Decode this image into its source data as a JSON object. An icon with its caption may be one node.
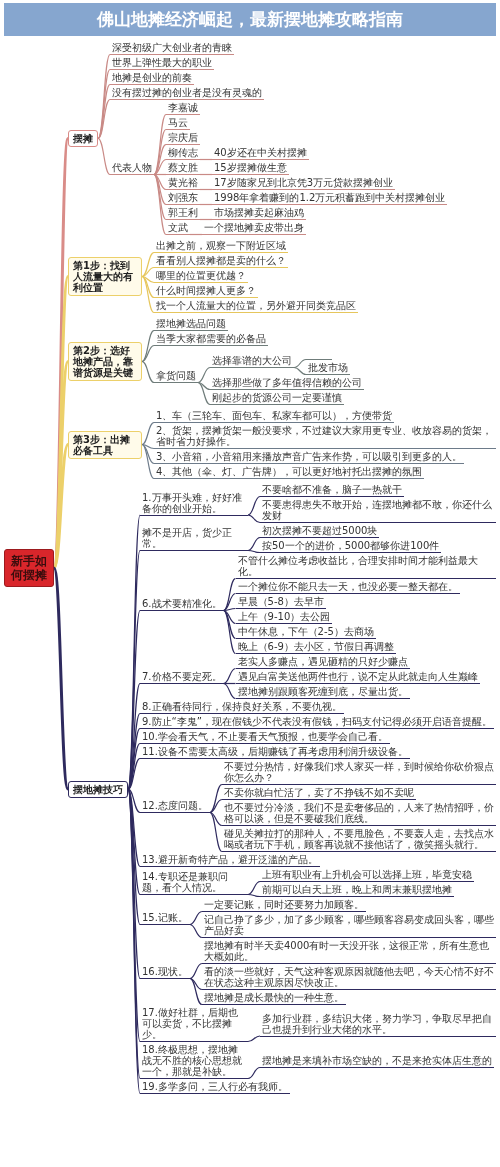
{
  "diagram": {
    "title": "佛山地摊经济崛起，最新摆地摊攻略指南",
    "nodes": [
      {
        "text": [
          "新手如何摆摊"
        ]
      },
      {
        "text": [
          "摆摊"
        ]
      },
      {
        "text": [
          "深受初级广大创业者的青睐"
        ]
      },
      {
        "text": [
          "世界上弹性最大的职业"
        ]
      },
      {
        "text": [
          "地摊是创业的前奏"
        ]
      },
      {
        "text": [
          "没有摆过摊的创业者是没有灵魂的"
        ]
      },
      {
        "text": [
          "代表人物"
        ]
      },
      {
        "text": [
          "李嘉诚"
        ]
      },
      {
        "text": [
          "马云"
        ]
      },
      {
        "text": [
          "宗庆后"
        ]
      },
      {
        "text": [
          "柳传志"
        ]
      },
      {
        "text": [
          "40岁还在中关村摆摊"
        ]
      },
      {
        "text": [
          "蔡文胜"
        ]
      },
      {
        "text": [
          "15岁摆摊做生意"
        ]
      },
      {
        "text": [
          "黄光裕"
        ]
      },
      {
        "text": [
          "17岁随家兄到北京凭3万元贷款摆摊创业"
        ]
      },
      {
        "text": [
          "刘强东"
        ]
      },
      {
        "text": [
          "1998年拿着赚到的1.2万元积蓄跑到中关村摆摊创业"
        ]
      },
      {
        "text": [
          "郭王利"
        ]
      },
      {
        "text": [
          "市场摆摊卖起麻油鸡"
        ]
      },
      {
        "text": [
          "文武"
        ]
      },
      {
        "text": [
          "一个摆地摊卖皮带出身"
        ]
      },
      {
        "text": [
          "第1步：找到人流量大的有利位置"
        ]
      },
      {
        "text": [
          "出摊之前，观察一下附近区域"
        ]
      },
      {
        "text": [
          "看看别人摆摊都是卖的什么？"
        ]
      },
      {
        "text": [
          "哪里的位置更优越？"
        ]
      },
      {
        "text": [
          "什么时间摆摊人更多？"
        ]
      },
      {
        "text": [
          "找一个人流量大的位置，另外避开同类竞品区"
        ]
      },
      {
        "text": [
          "第2步：选好地摊产品，靠谱货源是关键"
        ]
      },
      {
        "text": [
          "摆地摊选品问题"
        ]
      },
      {
        "text": [
          "当季大家都需要的必备品"
        ]
      },
      {
        "text": [
          "拿货问题"
        ]
      },
      {
        "text": [
          "选择靠谱的大公司"
        ]
      },
      {
        "text": [],
        "shape": "bar"
      },
      {
        "text": [
          "批发市场"
        ]
      },
      {
        "text": [
          "选择那些做了多年值得信赖的公司"
        ]
      },
      {
        "text": [
          "刚起步的货源公司一定要谨慎"
        ]
      },
      {
        "text": [
          "第3步：出摊必备工具"
        ]
      },
      {
        "text": [
          "1、车（三轮车、面包车、私家车都可以），方便带货"
        ]
      },
      {
        "text": [
          "2、货架，摆摊货架一般没要求，不过建议大家用更专业、收放容易的货架，省时省力好操作。"
        ]
      },
      {
        "text": [
          "3、小音箱，小音箱用来播放声音广告来作势，可以吸引到更多的人。"
        ]
      },
      {
        "text": [
          "4、其他（伞、灯、广告牌），可以更好地衬托出摆摊的氛围"
        ]
      },
      {
        "text": [
          "摆地摊技巧"
        ]
      },
      {
        "text": [
          "1.万事开头难，好好准备你的创业开始。"
        ]
      },
      {
        "text": [
          "不要啥都不准备，脑子一热就干"
        ]
      },
      {
        "text": [
          "不要患得患失不敢开始，连摆地摊都不敢，你还什么发财"
        ]
      },
      {
        "text": [
          "摊不是开店，货少正常。"
        ]
      },
      {
        "text": [
          "初次摆摊不要超过5000块"
        ]
      },
      {
        "text": [
          "按50一个的进价，5000都够你进100件"
        ]
      },
      {
        "text": [
          "6.战术要精准化。"
        ]
      },
      {
        "text": [
          "不管什么摊位考虑收益比，合理安排时间才能利益最大化。"
        ]
      },
      {
        "text": [
          "一个摊位你不能只去一天，也没必要一整天都在。"
        ]
      },
      {
        "text": [
          "早晨（5-8）去早市"
        ]
      },
      {
        "text": [
          "上午（9-10）去公园"
        ]
      },
      {
        "text": [
          "中午休息，下午（2-5）去商场"
        ]
      },
      {
        "text": [
          "晚上（6-9）去小区，节假日再调整"
        ]
      },
      {
        "text": [
          "7.价格不要定死。"
        ]
      },
      {
        "text": [
          "老实人多赚点，遇见砸精的只好少赚点"
        ]
      },
      {
        "text": [
          "遇见白富美送他两件也行，说不定从此就走向人生巅峰"
        ]
      },
      {
        "text": [
          "摆地摊别跟顾客死缠到底，尽量出货。"
        ]
      },
      {
        "text": [
          "8.正确看待同行，保持良好关系，不要仇视。"
        ]
      },
      {
        "text": [
          "9.防止“李鬼”，现在假钱少不代表没有假钱，扫码支付记得必须开启语音提醒。"
        ]
      },
      {
        "text": [
          "10.学会看天气，不止要看天气预报，也要学会自己看。"
        ]
      },
      {
        "text": [
          "11.设备不需要太高级，后期赚钱了再考虑用利润升级设备。"
        ]
      },
      {
        "text": [
          "12.态度问题。"
        ]
      },
      {
        "text": [
          "不要过分热情，好像我们求人家买一样，到时候给你砍价狠点你怎么办？"
        ]
      },
      {
        "text": [
          "不卖你就白忙活了，卖了不挣钱不如不卖呢"
        ]
      },
      {
        "text": [
          "也不要过分冷淡，我们不是卖奢侈品的，人来了热情招呼，价格可以谈，但是不要破我们底线。"
        ]
      },
      {
        "text": [
          "碰见关摊拉打的那种人，不要甩脸色，不要轰人走，去找点水喝或者玩下手机，顾客再说就不接他话了，微笑摇头就行。"
        ]
      },
      {
        "text": [
          "13.避开新奇特产品，避开泛滥的产品。"
        ]
      },
      {
        "text": [
          "14.专职还是兼职问题，看个人情况。"
        ]
      },
      {
        "text": [
          "上班有职业有上升机会可以选择上班，毕竟安稳"
        ]
      },
      {
        "text": [
          "前期可以白天上班，晚上和周末兼职摆地摊"
        ]
      },
      {
        "text": [
          "15.记账。"
        ]
      },
      {
        "text": [
          "一定要记账，同时还要努力加顾客。"
        ]
      },
      {
        "text": [
          "记自己挣了多少，加了多少顾客，哪些顾客容易变成回头客，哪些产品好卖"
        ]
      },
      {
        "text": [
          "16.现状。"
        ]
      },
      {
        "text": [
          "摆地摊有时半天卖4000有时一天没开张，这很正常，所有生意也大概如此。"
        ]
      },
      {
        "text": [
          "看的淡一些就好，天气这种客观原因就随他去吧，今天心情不好不在状态这种主观原因尽快改正。"
        ]
      },
      {
        "text": [
          "摆地摊是成长最快的一种生意。"
        ]
      },
      {
        "text": [
          "17.做好社群，后期也可以卖货，不比摆摊少。"
        ]
      },
      {
        "text": [
          "多加行业群，多结识大佬，努力学习，争取尽早把自己也提升到行业大佬的水平。"
        ]
      },
      {
        "text": [
          "18.终极思想，摆地摊战无不胜的核心思想就一个，那就是补缺。"
        ]
      },
      {
        "text": [
          "摆地摊是来填补市场空缺的，不是来抢实体店生意的"
        ]
      },
      {
        "text": [
          "19.多学多问，三人行必有我师。"
        ]
      }
    ],
    "edges": [
      {
        "from": 0,
        "to": 1,
        "arrow": "none",
        "style": "thick",
        "color": "#d98c88"
      },
      {
        "from": 1,
        "to": 2,
        "arrow": "none",
        "color": "#c98a86"
      },
      {
        "from": 1,
        "to": 3,
        "arrow": "none",
        "color": "#c98a86"
      },
      {
        "from": 1,
        "to": 4,
        "arrow": "none",
        "color": "#c98a86"
      },
      {
        "from": 1,
        "to": 5,
        "arrow": "none",
        "color": "#c98a86"
      },
      {
        "from": 1,
        "to": 6,
        "arrow": "none",
        "color": "#c98a86"
      },
      {
        "from": 6,
        "to": 7,
        "arrow": "none",
        "color": "#c98a86"
      },
      {
        "from": 6,
        "to": 8,
        "arrow": "none",
        "color": "#c98a86"
      },
      {
        "from": 6,
        "to": 9,
        "arrow": "none",
        "color": "#c98a86"
      },
      {
        "from": 6,
        "to": 10,
        "arrow": "none",
        "color": "#c98a86"
      },
      {
        "from": 10,
        "to": 11,
        "arrow": "none",
        "color": "#c98a86"
      },
      {
        "from": 6,
        "to": 12,
        "arrow": "none",
        "color": "#c98a86"
      },
      {
        "from": 12,
        "to": 13,
        "arrow": "none",
        "color": "#c98a86"
      },
      {
        "from": 6,
        "to": 14,
        "arrow": "none",
        "color": "#c98a86"
      },
      {
        "from": 14,
        "to": 15,
        "arrow": "none",
        "color": "#c98a86"
      },
      {
        "from": 6,
        "to": 16,
        "arrow": "none",
        "color": "#c98a86"
      },
      {
        "from": 16,
        "to": 17,
        "arrow": "none",
        "color": "#c98a86"
      },
      {
        "from": 6,
        "to": 18,
        "arrow": "none",
        "color": "#c98a86"
      },
      {
        "from": 18,
        "to": 19,
        "arrow": "none",
        "color": "#c98a86"
      },
      {
        "from": 6,
        "to": 20,
        "arrow": "none",
        "color": "#c98a86"
      },
      {
        "from": 20,
        "to": 21,
        "arrow": "none",
        "color": "#c98a86"
      },
      {
        "from": 0,
        "to": 22,
        "arrow": "none",
        "style": "thick",
        "color": "#ecd06a"
      },
      {
        "from": 22,
        "to": 23,
        "arrow": "none",
        "color": "#e6c65c"
      },
      {
        "from": 22,
        "to": 24,
        "arrow": "none",
        "color": "#e6c65c"
      },
      {
        "from": 22,
        "to": 25,
        "arrow": "none",
        "color": "#e6c65c"
      },
      {
        "from": 22,
        "to": 26,
        "arrow": "none",
        "color": "#e6c65c"
      },
      {
        "from": 22,
        "to": 27,
        "arrow": "none",
        "color": "#e6c65c"
      },
      {
        "from": 0,
        "to": 28,
        "arrow": "none",
        "style": "thick",
        "color": "#ecd06a"
      },
      {
        "from": 28,
        "to": 29,
        "arrow": "none",
        "color": "#6f7c7a"
      },
      {
        "from": 28,
        "to": 30,
        "arrow": "none",
        "color": "#6f7c7a"
      },
      {
        "from": 28,
        "to": 31,
        "arrow": "none",
        "color": "#6f7c7a"
      },
      {
        "from": 31,
        "to": 32,
        "arrow": "none",
        "color": "#6f7c7a"
      },
      {
        "from": 32,
        "to": 33,
        "arrow": "none",
        "color": "#6f7c7a"
      },
      {
        "from": 32,
        "to": 34,
        "arrow": "none",
        "color": "#6f7c7a"
      },
      {
        "from": 31,
        "to": 35,
        "arrow": "none",
        "color": "#6f7c7a"
      },
      {
        "from": 31,
        "to": 36,
        "arrow": "none",
        "color": "#6f7c7a"
      },
      {
        "from": 0,
        "to": 37,
        "arrow": "none",
        "style": "thick",
        "color": "#ecd06a"
      },
      {
        "from": 37,
        "to": 38,
        "arrow": "none",
        "color": "#6d7b8a"
      },
      {
        "from": 37,
        "to": 39,
        "arrow": "none",
        "color": "#6d7b8a"
      },
      {
        "from": 37,
        "to": 40,
        "arrow": "none",
        "color": "#6d7b8a"
      },
      {
        "from": 37,
        "to": 41,
        "arrow": "none",
        "color": "#6d7b8a"
      },
      {
        "from": 0,
        "to": 42,
        "arrow": "none",
        "style": "thick"
      },
      {
        "from": 42,
        "to": 43,
        "arrow": "none"
      },
      {
        "from": 43,
        "to": 44,
        "arrow": "none"
      },
      {
        "from": 43,
        "to": 45,
        "arrow": "none"
      },
      {
        "from": 42,
        "to": 46,
        "arrow": "none"
      },
      {
        "from": 46,
        "to": 47,
        "arrow": "none"
      },
      {
        "from": 46,
        "to": 48,
        "arrow": "none"
      },
      {
        "from": 42,
        "to": 49,
        "arrow": "none"
      },
      {
        "from": 49,
        "to": 50,
        "arrow": "none"
      },
      {
        "from": 49,
        "to": 51,
        "arrow": "none"
      },
      {
        "from": 49,
        "to": 52,
        "arrow": "none"
      },
      {
        "from": 49,
        "to": 53,
        "arrow": "none"
      },
      {
        "from": 49,
        "to": 54,
        "arrow": "none"
      },
      {
        "from": 49,
        "to": 55,
        "arrow": "none"
      },
      {
        "from": 42,
        "to": 56,
        "arrow": "none"
      },
      {
        "from": 56,
        "to": 57,
        "arrow": "none"
      },
      {
        "from": 56,
        "to": 58,
        "arrow": "none"
      },
      {
        "from": 56,
        "to": 59,
        "arrow": "none"
      },
      {
        "from": 42,
        "to": 60,
        "arrow": "none"
      },
      {
        "from": 42,
        "to": 61,
        "arrow": "none"
      },
      {
        "from": 42,
        "to": 62,
        "arrow": "none"
      },
      {
        "from": 42,
        "to": 63,
        "arrow": "none"
      },
      {
        "from": 42,
        "to": 64,
        "arrow": "none"
      },
      {
        "from": 64,
        "to": 65,
        "arrow": "none"
      },
      {
        "from": 64,
        "to": 66,
        "arrow": "none"
      },
      {
        "from": 64,
        "to": 67,
        "arrow": "none"
      },
      {
        "from": 64,
        "to": 68,
        "arrow": "none"
      },
      {
        "from": 42,
        "to": 69,
        "arrow": "none"
      },
      {
        "from": 42,
        "to": 70,
        "arrow": "none"
      },
      {
        "from": 70,
        "to": 71,
        "arrow": "none"
      },
      {
        "from": 70,
        "to": 72,
        "arrow": "none"
      },
      {
        "from": 42,
        "to": 73,
        "arrow": "none"
      },
      {
        "from": 73,
        "to": 74,
        "arrow": "none"
      },
      {
        "from": 73,
        "to": 75,
        "arrow": "none"
      },
      {
        "from": 42,
        "to": 76,
        "arrow": "none"
      },
      {
        "from": 76,
        "to": 77,
        "arrow": "none"
      },
      {
        "from": 76,
        "to": 78,
        "arrow": "none"
      },
      {
        "from": 76,
        "to": 79,
        "arrow": "none"
      },
      {
        "from": 42,
        "to": 80,
        "arrow": "none"
      },
      {
        "from": 80,
        "to": 81,
        "arrow": "none"
      },
      {
        "from": 42,
        "to": 82,
        "arrow": "none"
      },
      {
        "from": 82,
        "to": 83,
        "arrow": "none"
      },
      {
        "from": 42,
        "to": 84,
        "arrow": "none"
      }
    ]
  }
}
